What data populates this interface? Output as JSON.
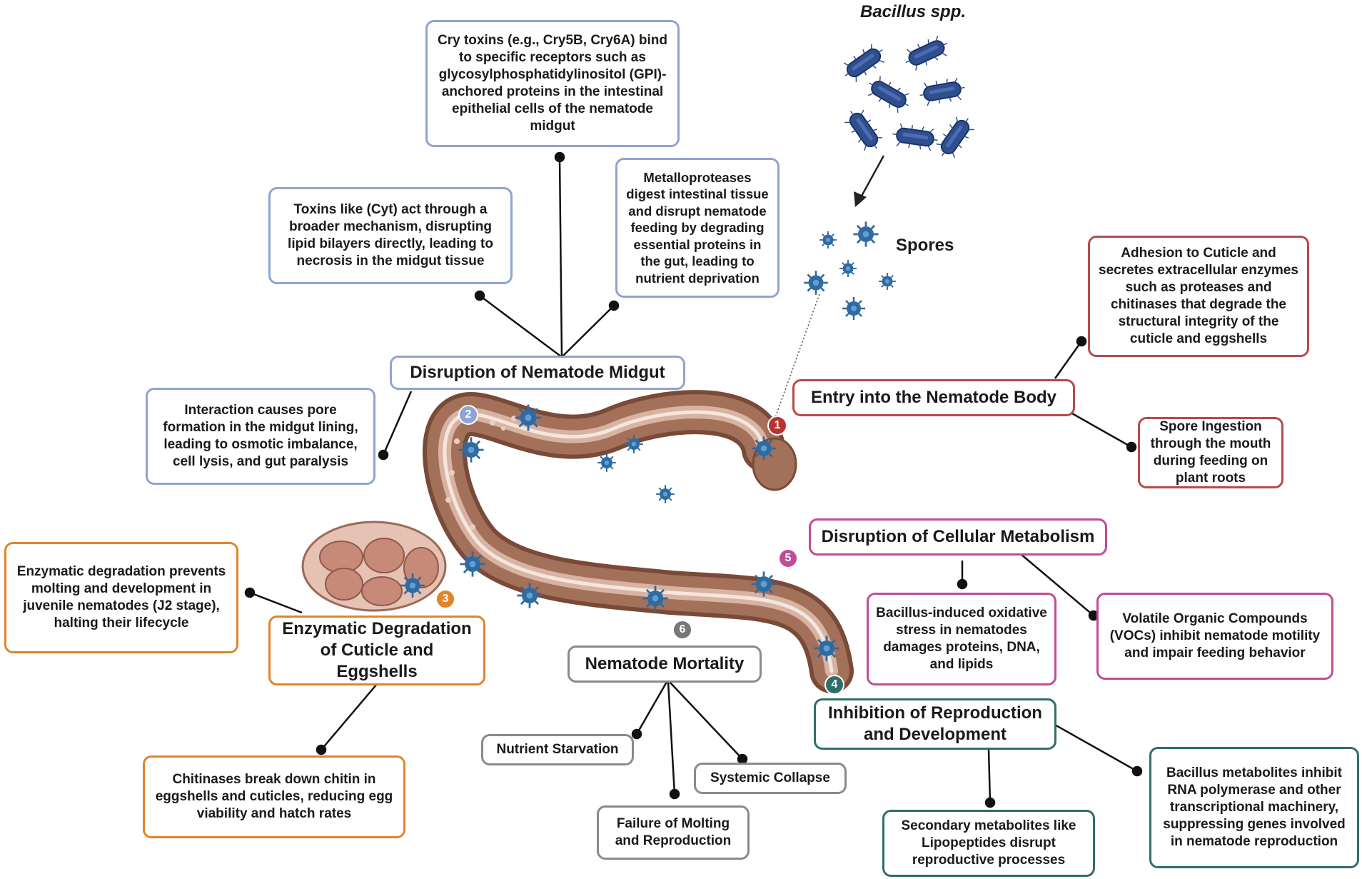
{
  "labels": {
    "bacillus": "Bacillus spp.",
    "spores": "Spores"
  },
  "markers": [
    "1",
    "2",
    "3",
    "4",
    "5",
    "6"
  ],
  "colors": {
    "blue": "#8fa4d2",
    "red": "#b84a4a",
    "magenta": "#c04c98",
    "orange": "#e0852a",
    "gray": "#8a8a8a",
    "teal": "#2f6f6a",
    "bacteria": "#2f4f8f",
    "nematode": "#8e5a45"
  },
  "midgut": {
    "header": "Disruption of Nematode Midgut",
    "cry": "Cry toxins (e.g., Cry5B, Cry6A) bind to specific receptors such as glycosylphosphatidylinositol (GPI)-anchored proteins in the intestinal epithelial cells of the nematode midgut",
    "cyt": "Toxins like (Cyt) act through a broader mechanism, disrupting lipid bilayers directly, leading to necrosis in the midgut tissue",
    "metallo": "Metalloproteases digest intestinal tissue and disrupt nematode feeding by degrading essential proteins in the gut, leading to nutrient deprivation",
    "pore": "Interaction causes pore formation in the midgut lining, leading to osmotic imbalance, cell lysis, and gut paralysis"
  },
  "entry": {
    "header": "Entry into the Nematode Body",
    "adhesion": "Adhesion to Cuticle and secretes extracellular enzymes such as proteases and chitinases that degrade the structural integrity of the cuticle and eggshells",
    "ingestion": "Spore Ingestion through the mouth during feeding on plant roots"
  },
  "metabolism": {
    "header": "Disruption of Cellular Metabolism",
    "oxidative": "Bacillus-induced oxidative stress in nematodes damages proteins, DNA, and lipids",
    "voc": "Volatile Organic Compounds (VOCs) inhibit nematode motility and impair feeding behavior"
  },
  "enzymatic": {
    "header": "Enzymatic Degradation of Cuticle and Eggshells",
    "molting": "Enzymatic degradation prevents molting and development in juvenile nematodes (J2 stage), halting their lifecycle",
    "chitinase": "Chitinases break down chitin in eggshells and cuticles, reducing egg viability and hatch rates"
  },
  "mortality": {
    "header": "Nematode Mortality",
    "starvation": "Nutrient Starvation",
    "collapse": "Systemic Collapse",
    "molting_failure": "Failure of Molting and Reproduction"
  },
  "reproduction": {
    "header": "Inhibition of Reproduction and Development",
    "secondary": "Secondary metabolites like Lipopeptides disrupt reproductive processes",
    "rna": "Bacillus metabolites inhibit RNA polymerase and other transcriptional machinery, suppressing genes involved in nematode  reproduction"
  }
}
